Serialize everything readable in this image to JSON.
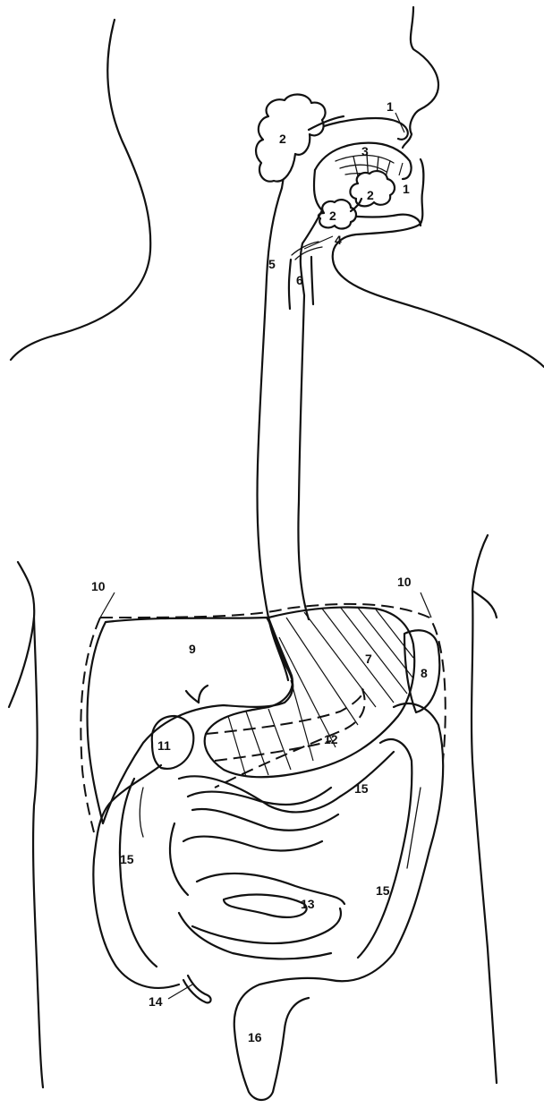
{
  "labels": {
    "mouth_upper": "1",
    "mouth_lower": "1",
    "parotid_gland": "2",
    "sublingual_gland": "2",
    "submandibular_gland": "2",
    "tongue": "3",
    "epiglottis": "4",
    "esophagus": "5",
    "trachea": "6",
    "stomach": "7",
    "spleen": "8",
    "liver": "9",
    "diaphragm_left": "10",
    "diaphragm_right": "10",
    "gallbladder": "11",
    "pancreas": "12",
    "small_intestine": "13",
    "appendix": "14",
    "colon_ascending": "15",
    "colon_transverse": "15",
    "colon_descending": "15",
    "rectum": "16"
  }
}
